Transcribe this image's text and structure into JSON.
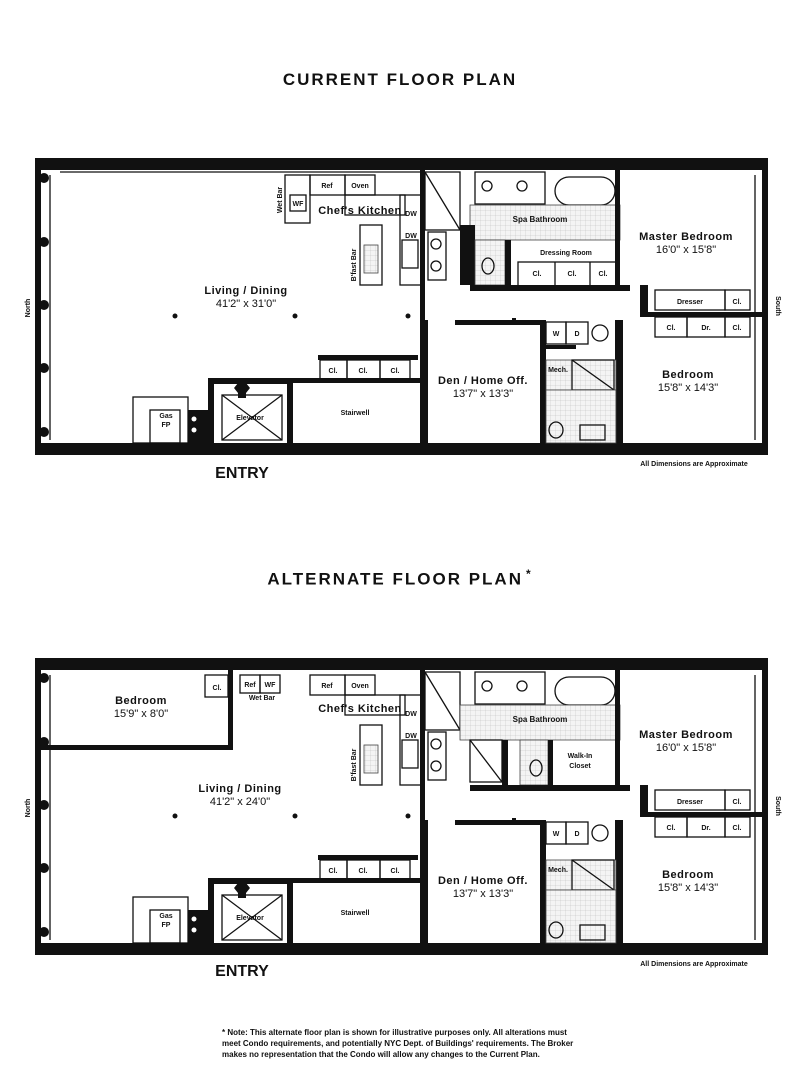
{
  "plans": [
    {
      "title": "CURRENT FLOOR PLAN",
      "title_suffix": "",
      "rooms": {
        "living_name": "Living / Dining",
        "living_dim": "41'2\" x 31'0\"",
        "kitchen": "Chef's Kitchen",
        "spa": "Spa Bathroom",
        "master_name": "Master Bedroom",
        "master_dim": "16'0\" x 15'8\"",
        "bedroom_name": "Bedroom",
        "bedroom_dim": "15'8\" x 14'3\"",
        "den_name": "Den / Home Off.",
        "den_dim": "13'7\" x 13'3\"",
        "dressing": "Dressing Room",
        "elevator": "Elevator",
        "stairwell": "Stairwell",
        "bfast": "B'fast Bar",
        "wetbar": "Wet Bar",
        "ref": "Ref",
        "oven": "Oven",
        "wf": "WF",
        "dw": "DW",
        "dresser": "Dresser",
        "cl": "Cl.",
        "dr": "Dr.",
        "w": "W",
        "d": "D",
        "mech": "Mech.",
        "gas": "Gas",
        "fp": "FP"
      },
      "north": "North",
      "south": "South",
      "entry": "ENTRY",
      "dims_note": "All Dimensions are Approximate"
    },
    {
      "title": "ALTERNATE FLOOR PLAN",
      "title_suffix": "*",
      "rooms": {
        "living_name": "Living / Dining",
        "living_dim": "41'2\" x 24'0\"",
        "kitchen": "Chef's Kitchen",
        "spa": "Spa Bathroom",
        "master_name": "Master Bedroom",
        "master_dim": "16'0\" x 15'8\"",
        "bedroom_name": "Bedroom",
        "bedroom_dim": "15'8\" x 14'3\"",
        "den_name": "Den / Home Off.",
        "den_dim": "13'7\" x 13'3\"",
        "extra_bed_name": "Bedroom",
        "extra_bed_dim": "15'9\" x 8'0\"",
        "walkin_1": "Walk-In",
        "walkin_2": "Closet",
        "elevator": "Elevator",
        "stairwell": "Stairwell",
        "bfast": "B'fast Bar",
        "wetbar": "Wet Bar",
        "ref": "Ref",
        "oven": "Oven",
        "wf": "WF",
        "dw": "DW",
        "dresser": "Dresser",
        "cl": "Cl.",
        "dr": "Dr.",
        "w": "W",
        "d": "D",
        "mech": "Mech.",
        "gas": "Gas",
        "fp": "FP"
      },
      "north": "North",
      "south": "South",
      "entry": "ENTRY",
      "dims_note": "All Dimensions are Approximate"
    }
  ],
  "footnote": "* Note: This alternate floor plan is shown for illustrative purposes only. All alterations must meet Condo requirements, and potentially NYC Dept. of Buildings' requirements. The Broker makes no representation that the Condo will allow any changes to the Current Plan."
}
